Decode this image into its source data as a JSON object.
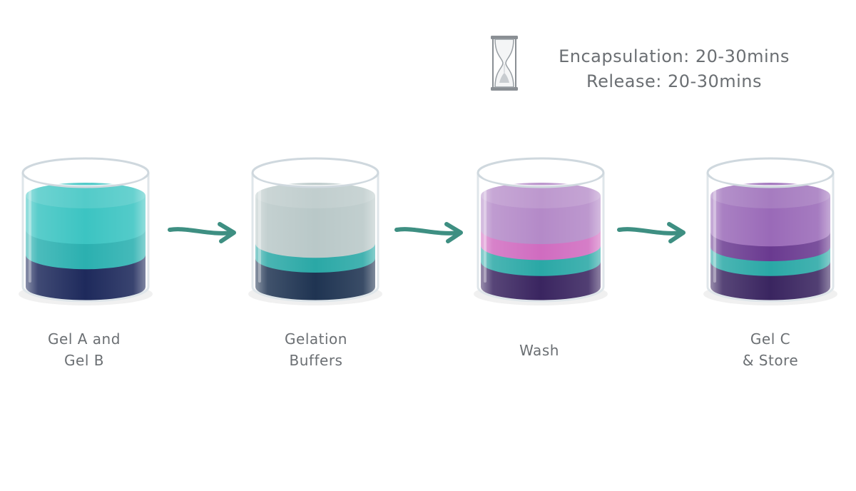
{
  "timer": {
    "icon": "hourglass-icon",
    "lines": [
      "Encapsulation: 20-30mins",
      "Release: 20-30mins"
    ]
  },
  "steps": [
    {
      "lines": [
        "Gel A and",
        "Gel B"
      ],
      "layers": [
        {
          "color": "#1e2a5c",
          "level": 0.28
        },
        {
          "color": "#2bb0b0",
          "level": 0.22
        },
        {
          "color": "#3cc4c2",
          "level": 0.3
        }
      ]
    },
    {
      "lines": [
        "Gelation",
        "Buffers"
      ],
      "layers": [
        {
          "color": "#1f3452",
          "level": 0.25
        },
        {
          "color": "#2aa8a6",
          "level": 0.13
        },
        {
          "color": "#b9c8c8",
          "level": 0.42
        }
      ]
    },
    {
      "lines": [
        "Wash"
      ],
      "layers": [
        {
          "color": "#3a2560",
          "level": 0.22
        },
        {
          "color": "#2aa8a6",
          "level": 0.14
        },
        {
          "color": "#d06cc0",
          "level": 0.14
        },
        {
          "color": "#b48ac8",
          "level": 0.3
        }
      ]
    },
    {
      "lines": [
        "Gel C",
        "& Store"
      ],
      "layers": [
        {
          "color": "#3a2560",
          "level": 0.22
        },
        {
          "color": "#2aa8a6",
          "level": 0.13
        },
        {
          "color": "#6a3a90",
          "level": 0.13
        },
        {
          "color": "#9a6ab8",
          "level": 0.32
        }
      ]
    }
  ],
  "colors": {
    "arrow": "#3e8f82",
    "text": "#6b6f73",
    "glass": "#dfe6ea"
  }
}
